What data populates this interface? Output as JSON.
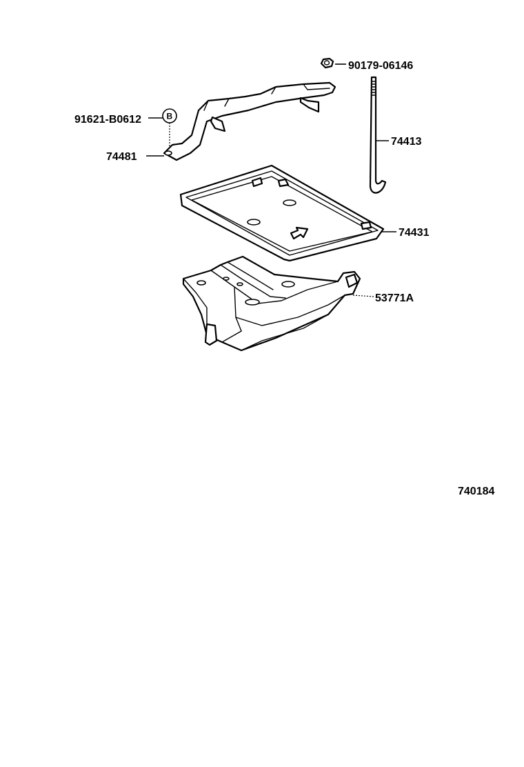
{
  "labels": {
    "nut": "90179-06146",
    "bolt": "91621-B0612",
    "rod": "74413",
    "clamp": "74481",
    "tray": "74431",
    "carrier": "53771A"
  },
  "callout": {
    "bolt_letter": "B"
  },
  "figure_code": "740184"
}
